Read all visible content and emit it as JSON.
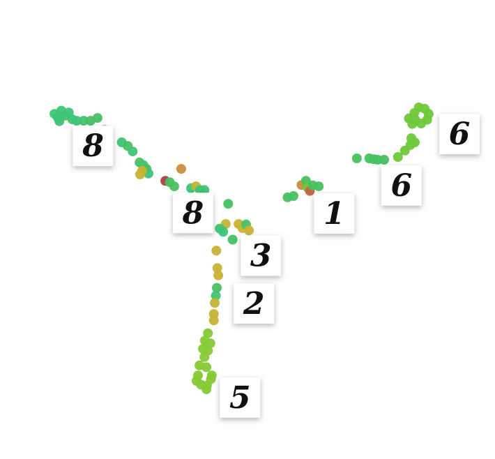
{
  "chart_data": {
    "type": "scatter",
    "title": "",
    "xlabel": "",
    "ylabel": "",
    "grid": false,
    "xlim": [
      0,
      100
    ],
    "ylim": [
      0,
      100
    ],
    "color_groups": {
      "green": "#48c060",
      "teal_green": "#3ec476",
      "lime": "#6ec83a",
      "light_green": "#86c935",
      "olive": "#c7b335",
      "orange": "#c98c3b",
      "brown": "#c06640",
      "red": "#b33b44"
    },
    "points": [
      {
        "x": 11.0,
        "y": 75.2,
        "c": "teal_green"
      },
      {
        "x": 11.7,
        "y": 74.3,
        "c": "teal_green"
      },
      {
        "x": 12.4,
        "y": 75.9,
        "c": "teal_green"
      },
      {
        "x": 13.2,
        "y": 74.8,
        "c": "teal_green"
      },
      {
        "x": 13.9,
        "y": 75.5,
        "c": "teal_green"
      },
      {
        "x": 12.0,
        "y": 73.6,
        "c": "teal_green"
      },
      {
        "x": 14.6,
        "y": 74.0,
        "c": "teal_green"
      },
      {
        "x": 15.5,
        "y": 73.7,
        "c": "teal_green"
      },
      {
        "x": 16.9,
        "y": 73.7,
        "c": "teal_green"
      },
      {
        "x": 18.3,
        "y": 73.7,
        "c": "green"
      },
      {
        "x": 19.7,
        "y": 74.3,
        "c": "green"
      },
      {
        "x": 21.1,
        "y": 71.7,
        "c": "teal_green"
      },
      {
        "x": 24.6,
        "y": 69.0,
        "c": "teal_green"
      },
      {
        "x": 25.8,
        "y": 68.2,
        "c": "green"
      },
      {
        "x": 26.8,
        "y": 67.0,
        "c": "teal_green"
      },
      {
        "x": 28.2,
        "y": 64.6,
        "c": "green"
      },
      {
        "x": 29.0,
        "y": 64.0,
        "c": "teal_green"
      },
      {
        "x": 29.6,
        "y": 63.2,
        "c": "green"
      },
      {
        "x": 30.0,
        "y": 62.2,
        "c": "teal_green"
      },
      {
        "x": 28.7,
        "y": 62.8,
        "c": "olive"
      },
      {
        "x": 28.3,
        "y": 62.0,
        "c": "olive"
      },
      {
        "x": 36.6,
        "y": 63.2,
        "c": "orange"
      },
      {
        "x": 33.4,
        "y": 60.6,
        "c": "red"
      },
      {
        "x": 34.3,
        "y": 60.3,
        "c": "green"
      },
      {
        "x": 35.2,
        "y": 59.4,
        "c": "green"
      },
      {
        "x": 38.6,
        "y": 59.0,
        "c": "teal_green"
      },
      {
        "x": 39.6,
        "y": 59.4,
        "c": "olive"
      },
      {
        "x": 40.4,
        "y": 58.6,
        "c": "teal_green"
      },
      {
        "x": 41.3,
        "y": 58.6,
        "c": "teal_green"
      },
      {
        "x": 46.1,
        "y": 55.6,
        "c": "green"
      },
      {
        "x": 45.6,
        "y": 51.2,
        "c": "olive"
      },
      {
        "x": 44.4,
        "y": 50.2,
        "c": "teal_green"
      },
      {
        "x": 45.1,
        "y": 49.5,
        "c": "teal_green"
      },
      {
        "x": 48.2,
        "y": 51.2,
        "c": "olive"
      },
      {
        "x": 49.0,
        "y": 50.3,
        "c": "olive"
      },
      {
        "x": 49.7,
        "y": 51.1,
        "c": "green"
      },
      {
        "x": 50.3,
        "y": 49.8,
        "c": "olive"
      },
      {
        "x": 47.0,
        "y": 47.8,
        "c": "green"
      },
      {
        "x": 43.7,
        "y": 45.4,
        "c": "olive"
      },
      {
        "x": 43.9,
        "y": 41.6,
        "c": "olive"
      },
      {
        "x": 44.1,
        "y": 40.0,
        "c": "olive"
      },
      {
        "x": 43.8,
        "y": 37.3,
        "c": "green"
      },
      {
        "x": 43.6,
        "y": 35.6,
        "c": "teal_green"
      },
      {
        "x": 43.4,
        "y": 34.0,
        "c": "olive"
      },
      {
        "x": 43.2,
        "y": 31.6,
        "c": "olive"
      },
      {
        "x": 43.2,
        "y": 30.2,
        "c": "olive"
      },
      {
        "x": 42.0,
        "y": 27.4,
        "c": "light_green"
      },
      {
        "x": 41.4,
        "y": 25.8,
        "c": "light_green"
      },
      {
        "x": 42.5,
        "y": 25.2,
        "c": "light_green"
      },
      {
        "x": 41.0,
        "y": 24.0,
        "c": "light_green"
      },
      {
        "x": 42.0,
        "y": 23.6,
        "c": "light_green"
      },
      {
        "x": 41.3,
        "y": 22.2,
        "c": "light_green"
      },
      {
        "x": 40.3,
        "y": 20.4,
        "c": "light_green"
      },
      {
        "x": 41.7,
        "y": 20.0,
        "c": "light_green"
      },
      {
        "x": 40.0,
        "y": 18.2,
        "c": "light_green"
      },
      {
        "x": 39.7,
        "y": 17.0,
        "c": "light_green"
      },
      {
        "x": 40.6,
        "y": 16.2,
        "c": "light_green"
      },
      {
        "x": 41.8,
        "y": 16.0,
        "c": "light_green"
      },
      {
        "x": 42.6,
        "y": 17.4,
        "c": "light_green"
      },
      {
        "x": 42.8,
        "y": 18.2,
        "c": "light_green"
      },
      {
        "x": 41.7,
        "y": 15.2,
        "c": "light_green"
      },
      {
        "x": 58.1,
        "y": 57.0,
        "c": "green"
      },
      {
        "x": 59.3,
        "y": 57.3,
        "c": "green"
      },
      {
        "x": 60.9,
        "y": 59.7,
        "c": "orange"
      },
      {
        "x": 61.8,
        "y": 60.6,
        "c": "green"
      },
      {
        "x": 62.1,
        "y": 59.2,
        "c": "lime"
      },
      {
        "x": 62.6,
        "y": 58.4,
        "c": "brown"
      },
      {
        "x": 63.2,
        "y": 59.6,
        "c": "green"
      },
      {
        "x": 64.4,
        "y": 59.4,
        "c": "green"
      },
      {
        "x": 72.1,
        "y": 65.5,
        "c": "green"
      },
      {
        "x": 74.6,
        "y": 65.5,
        "c": "green"
      },
      {
        "x": 75.5,
        "y": 65.3,
        "c": "green"
      },
      {
        "x": 76.3,
        "y": 65.2,
        "c": "green"
      },
      {
        "x": 77.6,
        "y": 65.2,
        "c": "green"
      },
      {
        "x": 80.4,
        "y": 65.8,
        "c": "lime"
      },
      {
        "x": 81.8,
        "y": 67.2,
        "c": "lime"
      },
      {
        "x": 82.9,
        "y": 68.4,
        "c": "lime"
      },
      {
        "x": 83.8,
        "y": 69.0,
        "c": "lime"
      },
      {
        "x": 83.1,
        "y": 69.9,
        "c": "lime"
      },
      {
        "x": 83.3,
        "y": 73.0,
        "c": "lime"
      },
      {
        "x": 82.6,
        "y": 74.2,
        "c": "lime"
      },
      {
        "x": 83.7,
        "y": 75.4,
        "c": "lime"
      },
      {
        "x": 84.6,
        "y": 76.6,
        "c": "lime"
      },
      {
        "x": 85.8,
        "y": 76.3,
        "c": "lime"
      },
      {
        "x": 86.6,
        "y": 75.2,
        "c": "lime"
      },
      {
        "x": 86.3,
        "y": 73.9,
        "c": "lime"
      },
      {
        "x": 85.1,
        "y": 73.1,
        "c": "lime"
      },
      {
        "x": 83.9,
        "y": 73.9,
        "c": "lime"
      }
    ],
    "thumbnails": [
      {
        "digit": "8",
        "x": 18.8,
        "y": 68.2
      },
      {
        "digit": "8",
        "x": 39.0,
        "y": 53.6
      },
      {
        "digit": "3",
        "x": 52.7,
        "y": 44.3
      },
      {
        "digit": "2",
        "x": 51.3,
        "y": 33.9
      },
      {
        "digit": "5",
        "x": 48.5,
        "y": 13.4
      },
      {
        "digit": "1",
        "x": 67.5,
        "y": 53.5
      },
      {
        "digit": "6",
        "x": 81.1,
        "y": 59.6
      },
      {
        "digit": "6",
        "x": 92.8,
        "y": 70.8
      }
    ]
  }
}
